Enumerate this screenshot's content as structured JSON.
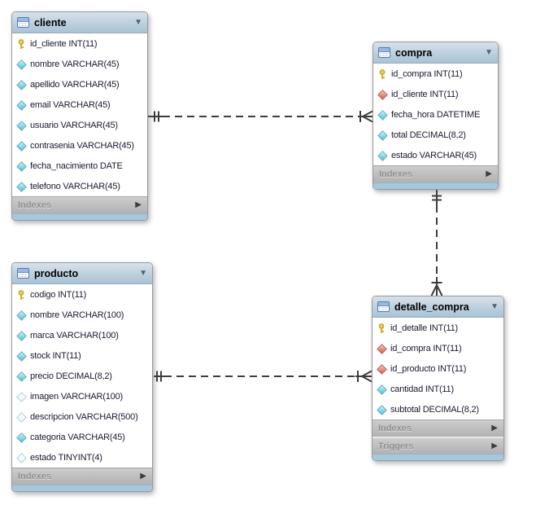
{
  "diagram": {
    "tables": [
      {
        "name": "cliente",
        "columns": [
          {
            "label": "id_cliente INT(11)",
            "icon": "key",
            "icon_name": "primary-key-icon"
          },
          {
            "label": "nombre VARCHAR(45)",
            "icon": "col",
            "icon_name": "column-icon"
          },
          {
            "label": "apellido VARCHAR(45)",
            "icon": "col",
            "icon_name": "column-icon"
          },
          {
            "label": "email VARCHAR(45)",
            "icon": "col",
            "icon_name": "column-icon"
          },
          {
            "label": "usuario VARCHAR(45)",
            "icon": "col",
            "icon_name": "column-icon"
          },
          {
            "label": "contrasenia VARCHAR(45)",
            "icon": "col",
            "icon_name": "column-icon"
          },
          {
            "label": "fecha_nacimiento DATE",
            "icon": "col",
            "icon_name": "column-icon"
          },
          {
            "label": "telefono VARCHAR(45)",
            "icon": "col",
            "icon_name": "column-icon"
          }
        ],
        "sections": [
          "Indexes"
        ]
      },
      {
        "name": "compra",
        "columns": [
          {
            "label": "id_compra INT(11)",
            "icon": "key",
            "icon_name": "primary-key-icon"
          },
          {
            "label": "id_cliente INT(11)",
            "icon": "fk",
            "icon_name": "foreign-key-icon"
          },
          {
            "label": "fecha_hora DATETIME",
            "icon": "col",
            "icon_name": "column-icon"
          },
          {
            "label": "total DECIMAL(8,2)",
            "icon": "col",
            "icon_name": "column-icon"
          },
          {
            "label": "estado VARCHAR(45)",
            "icon": "col",
            "icon_name": "column-icon"
          }
        ],
        "sections": [
          "Indexes"
        ]
      },
      {
        "name": "producto",
        "columns": [
          {
            "label": "codigo INT(11)",
            "icon": "key",
            "icon_name": "primary-key-icon"
          },
          {
            "label": "nombre VARCHAR(100)",
            "icon": "col",
            "icon_name": "column-icon"
          },
          {
            "label": "marca VARCHAR(100)",
            "icon": "col",
            "icon_name": "column-icon"
          },
          {
            "label": "stock INT(11)",
            "icon": "col",
            "icon_name": "column-icon"
          },
          {
            "label": "precio DECIMAL(8,2)",
            "icon": "col",
            "icon_name": "column-icon"
          },
          {
            "label": "imagen VARCHAR(100)",
            "icon": "colnull",
            "icon_name": "column-nullable-icon"
          },
          {
            "label": "descripcion VARCHAR(500)",
            "icon": "colnull",
            "icon_name": "column-nullable-icon"
          },
          {
            "label": "categoria VARCHAR(45)",
            "icon": "col",
            "icon_name": "column-icon"
          },
          {
            "label": "estado TINYINT(4)",
            "icon": "colnull",
            "icon_name": "column-nullable-icon"
          }
        ],
        "sections": [
          "Indexes"
        ]
      },
      {
        "name": "detalle_compra",
        "columns": [
          {
            "label": "id_detalle INT(11)",
            "icon": "key",
            "icon_name": "primary-key-icon"
          },
          {
            "label": "id_compra INT(11)",
            "icon": "fk",
            "icon_name": "foreign-key-icon"
          },
          {
            "label": "id_producto INT(11)",
            "icon": "fk",
            "icon_name": "foreign-key-icon"
          },
          {
            "label": "cantidad INT(11)",
            "icon": "col",
            "icon_name": "column-icon"
          },
          {
            "label": "subtotal DECIMAL(8,2)",
            "icon": "col",
            "icon_name": "column-icon"
          }
        ],
        "sections": [
          "Indexes",
          "Triggers"
        ]
      }
    ],
    "relationships": [
      {
        "from": "cliente",
        "to": "compra",
        "cardinality": "one-to-many",
        "identifying": false,
        "line": "dashed"
      },
      {
        "from": "compra",
        "to": "detalle_compra",
        "cardinality": "one-to-many",
        "identifying": false,
        "line": "dashed"
      },
      {
        "from": "producto",
        "to": "detalle_compra",
        "cardinality": "one-to-many",
        "identifying": false,
        "line": "dashed"
      }
    ],
    "colors": {
      "header_blue": "#b5cbdb",
      "footer_blue": "#a6c7dc",
      "section_gray": "#bfbfbf",
      "column_diamond": "#7fd7e6",
      "fk_diamond": "#e2857b",
      "key_gold": "#d9ab2e",
      "line": "#3d3d3d"
    }
  },
  "ui": {
    "collapse_glyph": "▼",
    "section_arrow_glyph": "▶"
  }
}
